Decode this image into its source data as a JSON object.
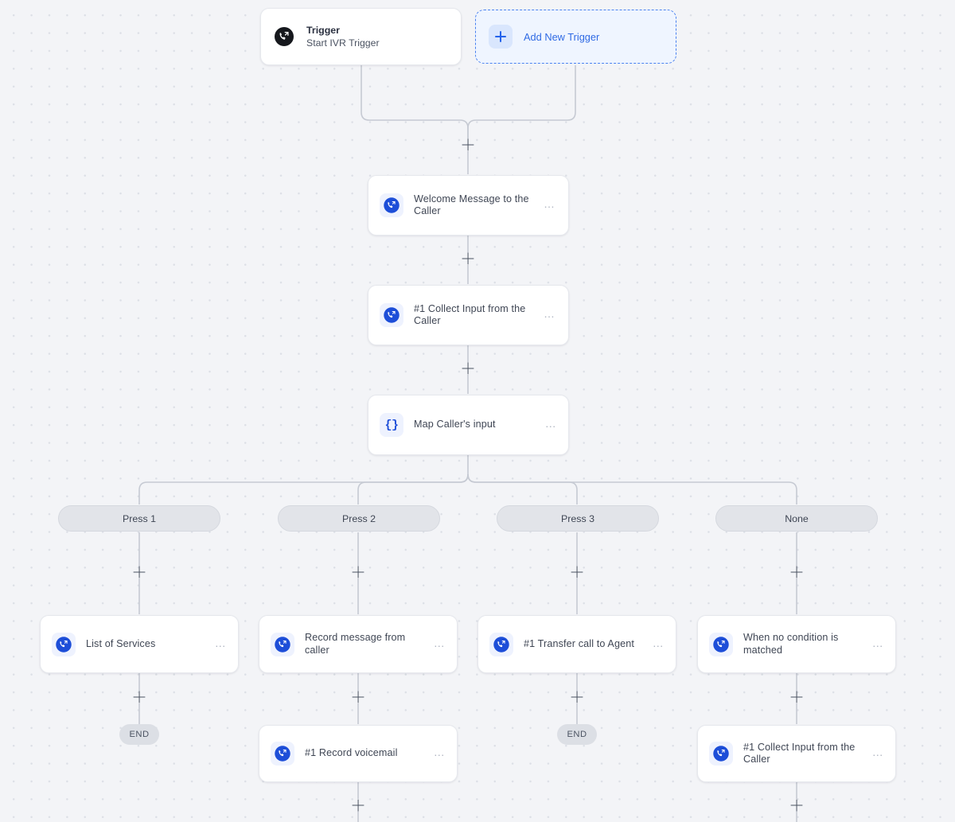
{
  "canvas": {
    "background_color": "#f3f4f7",
    "dot_color": "#dcdfe6",
    "connector_color": "#c6cad3"
  },
  "colors": {
    "accent_blue": "#2563eb",
    "node_icon_blue": "#1d4ed8",
    "trigger_icon_black": "#16181d",
    "pill_gray": "#e2e4e9",
    "end_gray": "#dcdfe5",
    "card_white": "#ffffff",
    "card_border": "#e6e8ed",
    "add_trigger_fill": "#eff5ff",
    "add_trigger_border": "#4a82f0",
    "text_primary": "#3f4654"
  },
  "trigger": {
    "name": "Trigger",
    "subtitle": "Start IVR Trigger",
    "icon": "phone-outgoing-icon"
  },
  "add_trigger": {
    "label": "Add New Trigger",
    "icon": "plus-icon"
  },
  "nodes": [
    {
      "id": "welcome",
      "title": "Welcome Message to the Caller",
      "icon": "phone-outgoing-icon",
      "menu": "…"
    },
    {
      "id": "collect1",
      "title": "#1 Collect Input from the Caller",
      "icon": "phone-outgoing-icon",
      "menu": "…"
    },
    {
      "id": "map",
      "title": "Map Caller's input",
      "icon": "curly-braces-icon",
      "menu": "…"
    },
    {
      "id": "list-services",
      "title": "List of Services",
      "icon": "phone-outgoing-icon",
      "menu": "…"
    },
    {
      "id": "record-message",
      "title": "Record message from caller",
      "icon": "phone-outgoing-icon",
      "menu": "…"
    },
    {
      "id": "transfer-agent",
      "title": "#1 Transfer call to Agent",
      "icon": "phone-outgoing-icon",
      "menu": "…"
    },
    {
      "id": "no-condition",
      "title": "When no condition is matched",
      "icon": "phone-outgoing-icon",
      "menu": "…"
    },
    {
      "id": "record-vm",
      "title": "#1 Record voicemail",
      "icon": "phone-outgoing-icon",
      "menu": "…"
    },
    {
      "id": "collect2",
      "title": "#1 Collect Input from the Caller",
      "icon": "phone-outgoing-icon",
      "menu": "…"
    }
  ],
  "branches": [
    {
      "id": "press-1",
      "label": "Press 1"
    },
    {
      "id": "press-2",
      "label": "Press 2"
    },
    {
      "id": "press-3",
      "label": "Press 3"
    },
    {
      "id": "none",
      "label": "None"
    }
  ],
  "end_markers": [
    {
      "id": "end-press-1",
      "label": "END"
    },
    {
      "id": "end-press-3",
      "label": "END"
    }
  ]
}
